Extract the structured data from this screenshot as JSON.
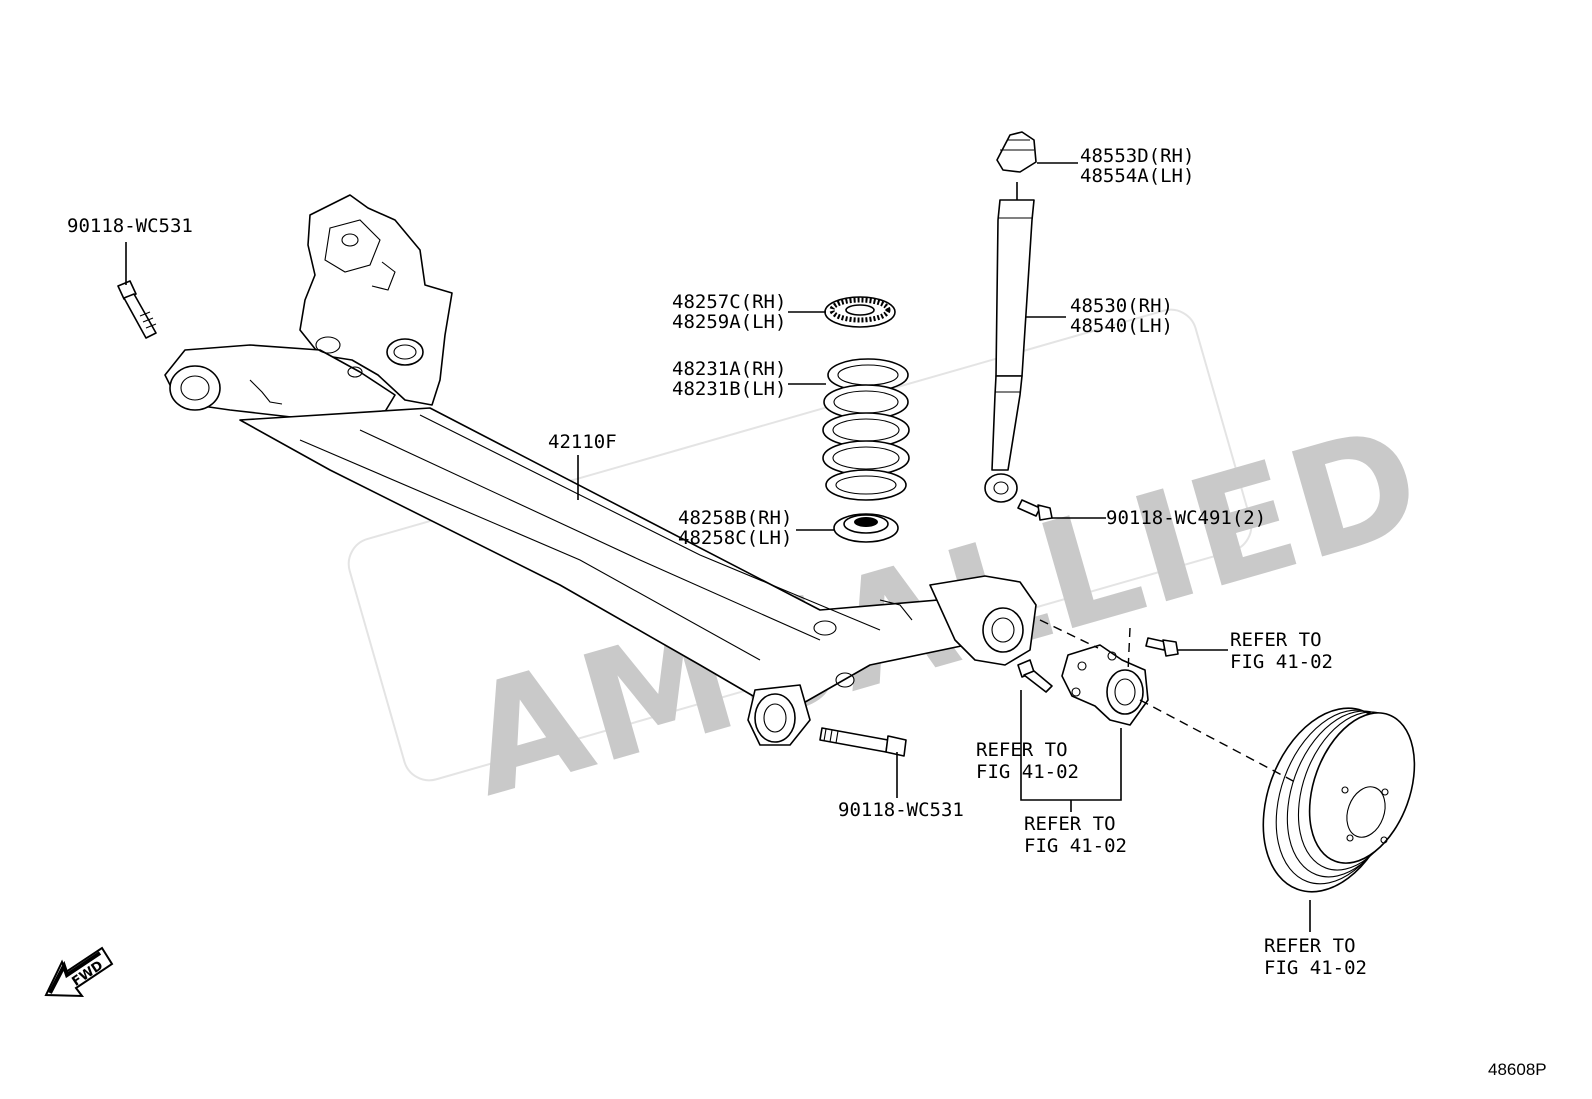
{
  "watermark": {
    "text": "AMSALLIED"
  },
  "diagram_code": "48608P",
  "fwd_icon": {
    "text": "FWD"
  },
  "callouts": {
    "bolt_top_left": "90118-WC531",
    "axle_beam": "42110F",
    "spring_seat_upper": [
      "48257C(RH)",
      "48259A(LH)"
    ],
    "coil_spring": [
      "48231A(RH)",
      "48231B(LH)"
    ],
    "spring_seat_lower": [
      "48258B(RH)",
      "48258C(LH)"
    ],
    "bump_stopper": [
      "48553D(RH)",
      "48554A(LH)"
    ],
    "shock_absorber": [
      "48530(RH)",
      "48540(LH)"
    ],
    "shock_bolt": "90118-WC491(2)",
    "bolt_bottom": "90118-WC531",
    "refer_hub_bolt": [
      "REFER TO",
      "FIG 41-02"
    ],
    "refer_stud": [
      "REFER TO",
      "FIG 41-02"
    ],
    "refer_hub": [
      "REFER TO",
      "FIG 41-02"
    ],
    "refer_drum": [
      "REFER TO",
      "FIG 41-02"
    ]
  },
  "colors": {
    "watermark": "#c9c9c9",
    "line": "#000000",
    "background": "#ffffff"
  }
}
